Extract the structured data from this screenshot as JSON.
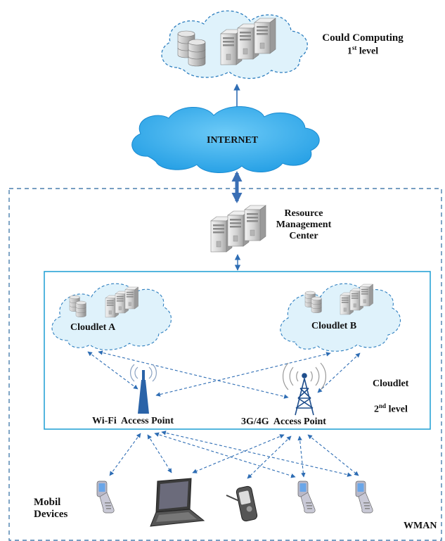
{
  "cloud_computing": {
    "title": "Could Computing",
    "level_number": "1",
    "level_suffix": "st",
    "level_word": "level"
  },
  "internet": {
    "label": "INTERNET"
  },
  "resource_center": {
    "line1": "Resource",
    "line2": "Management",
    "line3": "Center"
  },
  "cloudlets": [
    {
      "label": "Cloudlet A"
    },
    {
      "label": "Cloudlet B"
    }
  ],
  "access_points": {
    "wifi": "Wi-Fi  Access Point",
    "cellular": "3G/4G  Access Point"
  },
  "cloudlet_region": {
    "label": "Cloudlet",
    "level_number": "2",
    "level_suffix": "nd",
    "level_word": "level"
  },
  "mobile_devices": {
    "line1": "Mobil",
    "line2": "Devices"
  },
  "wman": {
    "label": "WMAN"
  },
  "colors": {
    "cloud_fill": "#dff2fb",
    "cloud_border": "#2f7fbf",
    "internet_fill": "#36aef0",
    "arrow": "#2e6db4",
    "box_border": "#29a3d6",
    "server": "#c9c9c9",
    "tower": "#1f4e8c"
  }
}
